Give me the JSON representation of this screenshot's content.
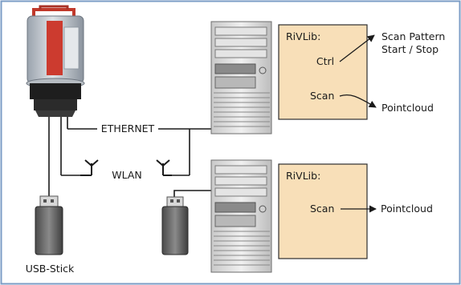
{
  "labels": {
    "ethernet": "ETHERNET",
    "wlan": "WLAN",
    "usb_stick": "USB-Stick"
  },
  "top_box": {
    "title": "RiVLib:",
    "ctrl": "Ctrl",
    "scan": "Scan",
    "out_ctrl_line1": "Scan Pattern",
    "out_ctrl_line2": "Start / Stop",
    "out_scan": "Pointcloud"
  },
  "bottom_box": {
    "title": "RiVLib:",
    "scan": "Scan",
    "out_scan": "Pointcloud"
  },
  "colors": {
    "frame": "#7b9cc6",
    "box_fill": "#f8dfb8",
    "box_border": "#2e2e2e",
    "scanner_red": "#c0392b"
  }
}
